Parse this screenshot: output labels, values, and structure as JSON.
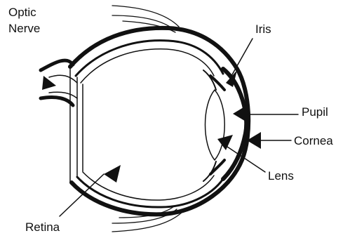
{
  "labels": {
    "optic_nerve_line1": "Optic",
    "optic_nerve_line2": "Nerve",
    "iris": "Iris",
    "pupil": "Pupil",
    "cornea": "Cornea",
    "lens": "Lens",
    "retina": "Retina"
  },
  "colors": {
    "ink": "#111111",
    "background": "#ffffff"
  }
}
